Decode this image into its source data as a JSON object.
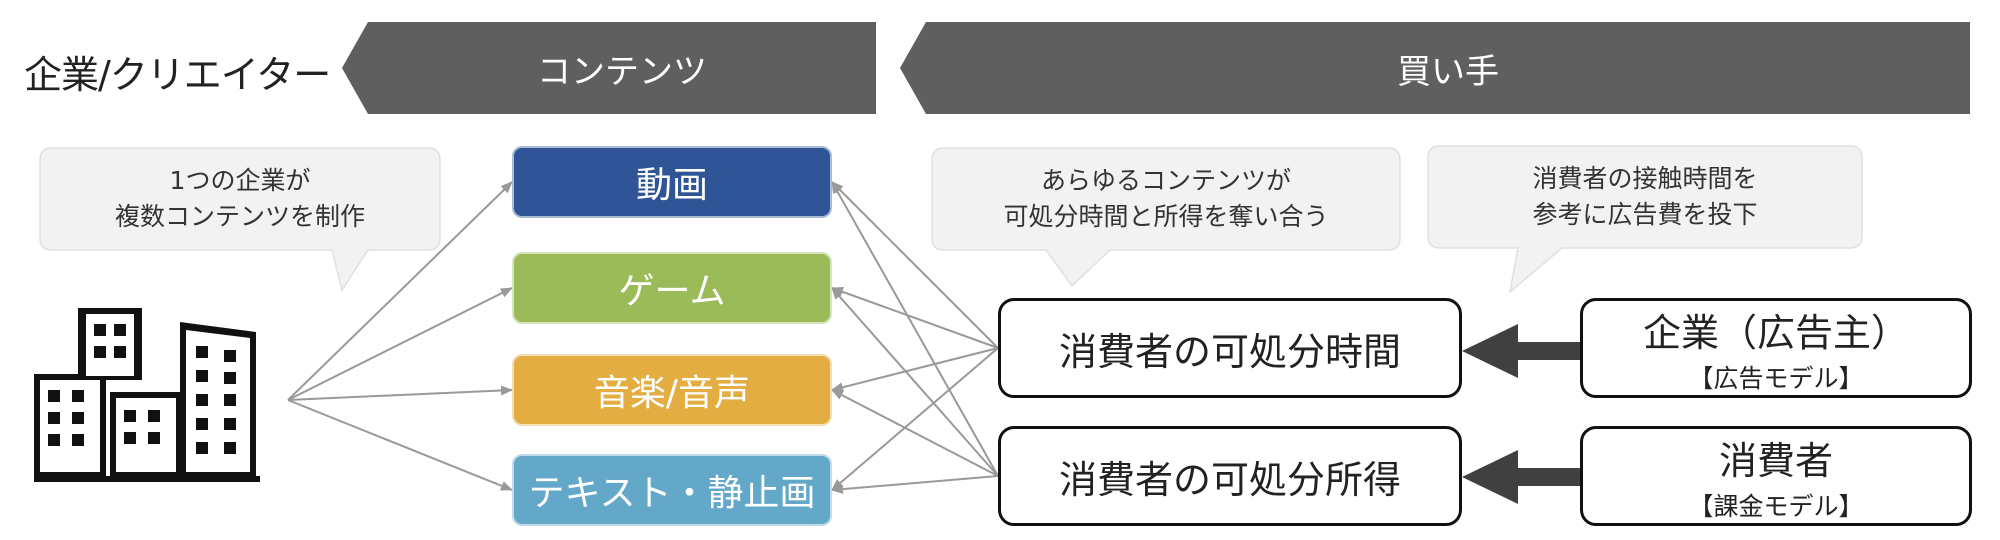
{
  "header": {
    "left_title": "企業/クリエイター",
    "banner_contents": "コンテンツ",
    "banner_buyer": "買い手"
  },
  "bubbles": {
    "company": [
      "1つの企業が",
      "複数コンテンツを制作"
    ],
    "compete": [
      "あらゆるコンテンツが",
      "可処分時間と所得を奪い合う"
    ],
    "advertise": [
      "消費者の接触時間を",
      "参考に広告費を投下"
    ]
  },
  "contents": {
    "video": "動画",
    "game": "ゲーム",
    "music": "音楽/音声",
    "text": "テキスト・静止画"
  },
  "buyer": {
    "time": "消費者の可処分時間",
    "income": "消費者の可処分所得"
  },
  "payers": {
    "advertiser": "企業（広告主）",
    "advertiser_model": "【広告モデル】",
    "consumer": "消費者",
    "consumer_model": "【課金モデル】"
  },
  "colors": {
    "banner": "#5f5f5f",
    "bubble": "#f2f2f2",
    "video": "#2f5597",
    "game": "#9bbb59",
    "music": "#e4ad42",
    "text": "#63a8c9",
    "arrow": "#999999",
    "thick_arrow": "#404040"
  },
  "icons": {
    "company": "buildings-icon"
  }
}
